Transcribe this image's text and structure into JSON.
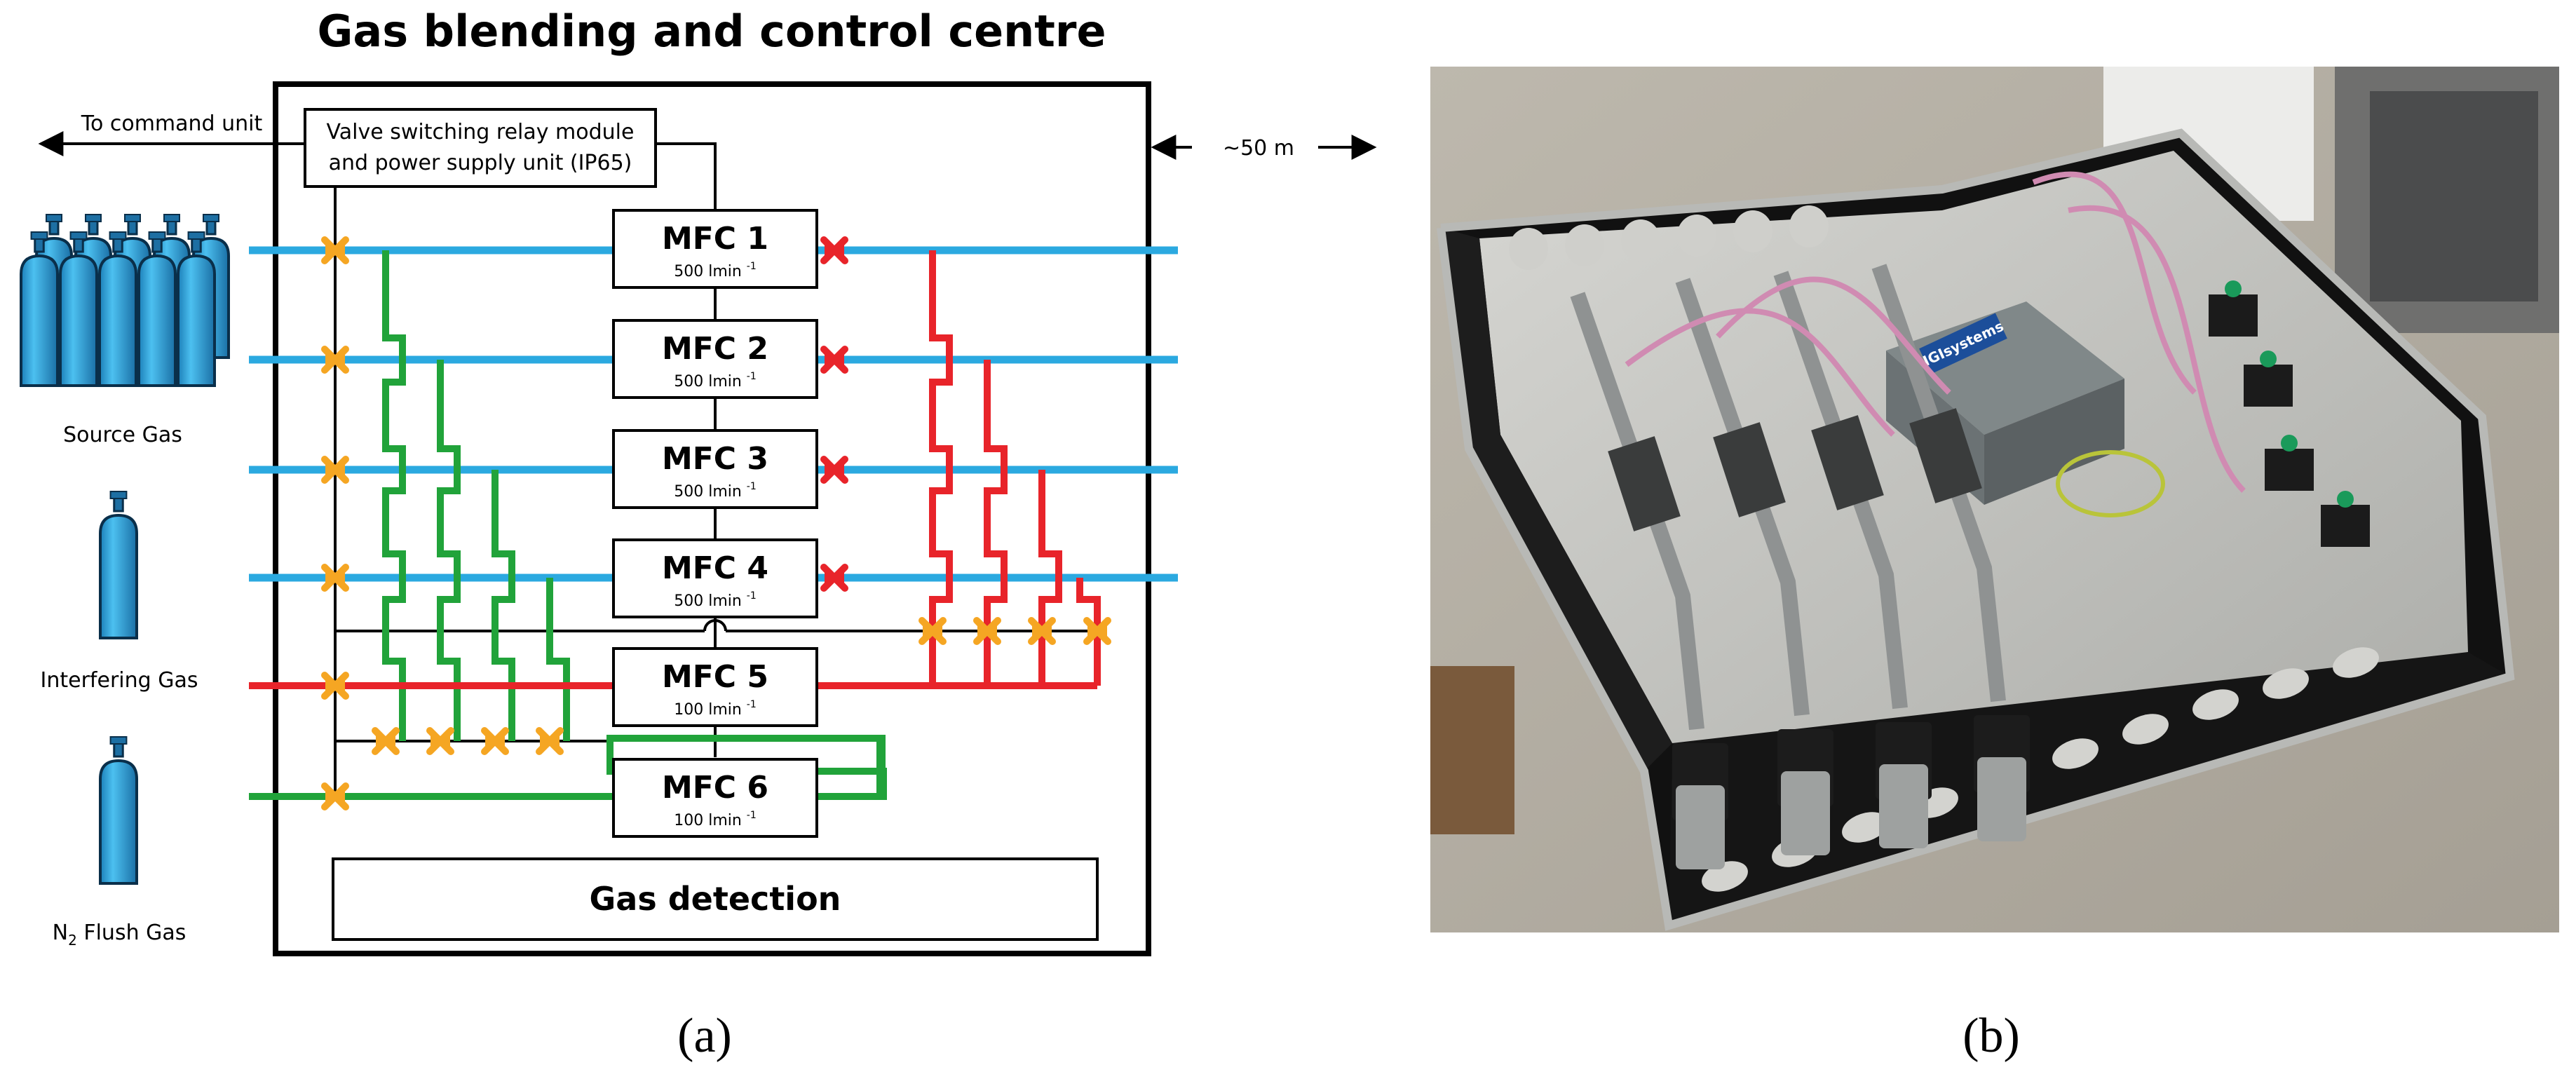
{
  "panel_a": {
    "title": "Gas blending and control centre",
    "to_command_unit": "To command unit",
    "distance": "~50 m",
    "relay_module": [
      "Valve switching relay module",
      "and power supply unit (IP65)"
    ],
    "mfcs": [
      {
        "name": "MFC 1",
        "rate": "500 lmin",
        "exp": "-1"
      },
      {
        "name": "MFC 2",
        "rate": "500 lmin",
        "exp": "-1"
      },
      {
        "name": "MFC 3",
        "rate": "500 lmin",
        "exp": "-1"
      },
      {
        "name": "MFC 4",
        "rate": "500 lmin",
        "exp": "-1"
      },
      {
        "name": "MFC 5",
        "rate": "100 lmin",
        "exp": "-1"
      },
      {
        "name": "MFC 6",
        "rate": "100 lmin",
        "exp": "-1"
      }
    ],
    "source_gas": "Source Gas",
    "interfering_gas": "Interfering  Gas",
    "flush_gas_n": "N",
    "flush_gas_sub": "2",
    "flush_gas_rest": " Flush Gas",
    "gas_detection": "Gas detection",
    "caption": "(a)"
  },
  "panel_b": {
    "box_label": "IGIsystems",
    "caption": "(b)"
  },
  "colors": {
    "blue": "#2ba9e0",
    "red": "#e8242a",
    "green": "#21a33a",
    "valve": "#f5a623",
    "black": "#000000",
    "cylinder": "#2fa4df"
  }
}
